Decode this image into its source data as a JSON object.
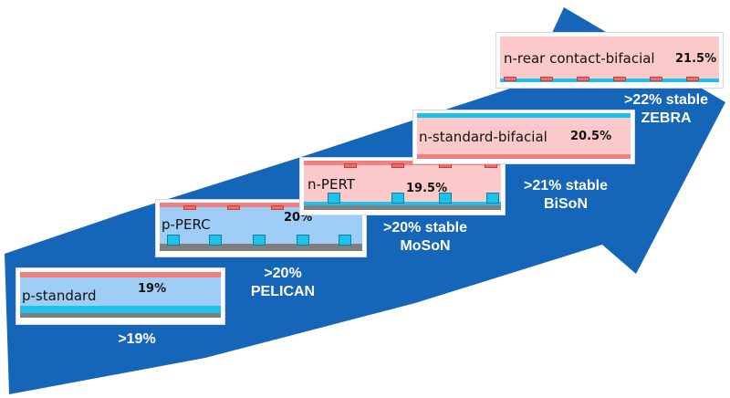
{
  "colors": {
    "arrow": "#1565b8",
    "silicon_p": "#9ecdf5",
    "silicon_n": "#fbc9c9",
    "emitter": "#f08080",
    "bsf": "#1ec2e8",
    "metal": "#7f7f7f"
  },
  "cells": [
    {
      "name": "p-standard",
      "efficiency": "19%",
      "caption": [
        ">19%"
      ]
    },
    {
      "name": "p-PERC",
      "efficiency": "20%",
      "caption": [
        ">20%",
        "PELICAN"
      ]
    },
    {
      "name": "n-PERT",
      "efficiency": "19.5%",
      "caption": [
        ">20% stable",
        "MoSoN"
      ]
    },
    {
      "name": "n-standard-bifacial",
      "efficiency": "20.5%",
      "caption": [
        ">21% stable",
        "BiSoN"
      ]
    },
    {
      "name": "n-rear contact-bifacial",
      "efficiency": "21.5%",
      "caption": [
        ">22% stable",
        "ZEBRA"
      ]
    }
  ]
}
